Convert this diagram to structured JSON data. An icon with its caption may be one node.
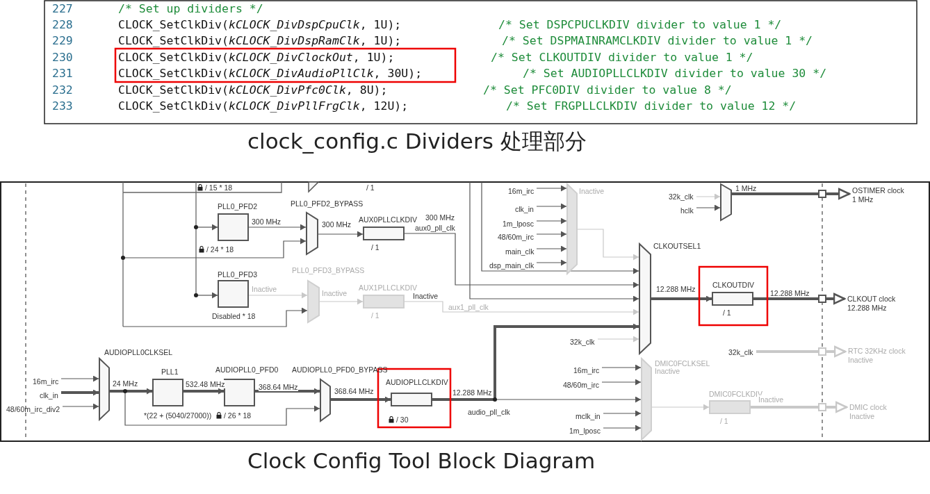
{
  "diagram": {
    "caption": "Clock Config Tool Block Diagram",
    "nodes": [
      {
        "text": [
          "PLL0_PFD2"
        ],
        "beside": [
          "/ 24 * 18"
        ]
      },
      {
        "text": [
          "PLL0_PFD2_BYPASS"
        ]
      },
      {
        "text": [
          "AUX0PLLCLKDIV"
        ],
        "beside": [
          "/ 1"
        ]
      },
      {
        "text": [
          "PLL0_PFD3"
        ],
        "beside": [
          "Disabled * 18"
        ]
      },
      {
        "text": [
          "PLL0_PFD3_BYPASS"
        ]
      },
      {
        "text": [
          "AUX1PLLCLKDIV"
        ],
        "beside": [
          "/ 1"
        ]
      },
      {
        "text": [
          "Inactive"
        ]
      },
      {
        "text": [],
        "shape": "trapezoid"
      },
      {
        "text": [
          "CLKOUTSEL1"
        ]
      },
      {
        "text": [
          "CLKOUTDIV"
        ],
        "beside": [
          "/ 1"
        ]
      },
      {
        "text": [
          "CLKOUT clock",
          "12.288 MHz"
        ]
      },
      {
        "text": [
          "OSTIMER clock",
          "1 MHz"
        ]
      },
      {
        "text": [
          "RTC 32KHz clock",
          "Inactive"
        ]
      },
      {
        "text": [
          "DMIC clock",
          "Inactive"
        ]
      },
      {
        "text": [
          "DMIC0FCLKSEL",
          "Inactive"
        ]
      },
      {
        "text": [
          "DMIC0FCLKDIV"
        ],
        "beside": [
          "/ 1"
        ]
      },
      {
        "text": [
          "AUDIOPLL0CLKSEL"
        ]
      },
      {
        "text": [
          "PLL1"
        ],
        "beside": [
          "*(22 + (5040/27000))"
        ]
      },
      {
        "text": [
          "AUDIOPLL0_PFD0"
        ],
        "beside": [
          "/ 26 * 18"
        ]
      },
      {
        "text": [
          "AUDIOPLL0_PFD0_BYPASS"
        ]
      },
      {
        "text": [
          "AUDIOPLLCLKDIV"
        ],
        "beside": [
          "/ 30"
        ]
      },
      {
        "text": [
          "16m_irc"
        ]
      },
      {
        "text": [
          "clk_in"
        ]
      },
      {
        "text": [
          "48/60m_irc_div2"
        ]
      },
      {
        "text": [
          "16m_irc"
        ]
      },
      {
        "text": [
          "clk_in"
        ]
      },
      {
        "text": [
          "1m_lposc"
        ]
      },
      {
        "text": [
          "48/60m_irc"
        ]
      },
      {
        "text": [
          "main_clk"
        ]
      },
      {
        "text": [
          "dsp_main_clk"
        ]
      },
      {
        "text": [
          "32k_clk"
        ]
      },
      {
        "text": [
          "hclk"
        ]
      },
      {
        "text": [
          "32k_clk"
        ]
      },
      {
        "text": [
          "32k_clk"
        ]
      },
      {
        "text": [
          "16m_irc"
        ]
      },
      {
        "text": [
          "48/60m_irc"
        ]
      },
      {
        "text": [
          "mclk_in"
        ]
      },
      {
        "text": [
          "1m_lposc"
        ]
      }
    ],
    "edges": [
      {
        "from": null,
        "to": 0,
        "arrow": "to"
      },
      {
        "from": null,
        "to": 1,
        "arrow": "to"
      },
      {
        "from": 0,
        "to": 1,
        "arrow": "to",
        "label": "300 MHz"
      },
      {
        "from": 1,
        "to": 2,
        "arrow": "to",
        "label": "300 MHz"
      },
      {
        "from": 2,
        "to": 8,
        "arrow": "to",
        "label": "aux0_pll_clk"
      },
      {
        "from": null,
        "to": 3,
        "arrow": "to"
      },
      {
        "from": 3,
        "to": 4,
        "arrow": "to",
        "label": "Inactive",
        "color": "#c8c8c8"
      },
      {
        "from": null,
        "to": 4,
        "arrow": "to"
      },
      {
        "from": 4,
        "to": 5,
        "arrow": "to",
        "label": "Inactive",
        "color": "#c8c8c8"
      },
      {
        "from": 5,
        "to": 8,
        "arrow": "to",
        "label": "aux1_pll_clk",
        "color": "#c8c8c8"
      },
      {
        "from": 6,
        "to": 8,
        "arrow": "to",
        "color": "#c8c8c8"
      },
      {
        "from": 7,
        "to": 11,
        "arrow": "to",
        "label": "1 MHz",
        "style": "thick"
      },
      {
        "from": 8,
        "to": 9,
        "arrow": "to",
        "label": "12.288 MHz",
        "style": "thick"
      },
      {
        "from": 9,
        "to": 10,
        "arrow": "to",
        "label": "12.288 MHz",
        "style": "thick"
      },
      {
        "from": 16,
        "to": 17,
        "arrow": "to",
        "label": "24 MHz",
        "style": "thick"
      },
      {
        "from": 17,
        "to": 18,
        "arrow": "to",
        "label": "532.48 MHz",
        "style": "thick"
      },
      {
        "from": 18,
        "to": 19,
        "arrow": "to",
        "label": "368.64 MHz",
        "style": "thick"
      },
      {
        "from": 16,
        "to": 19,
        "arrow": "to"
      },
      {
        "from": 19,
        "to": 20,
        "arrow": "to",
        "label": "368.64 MHz",
        "style": "thick"
      },
      {
        "from": 20,
        "to": 8,
        "arrow": "to",
        "label": "audio_pll_clk",
        "style": "thick"
      },
      {
        "from": 20,
        "to": 14,
        "arrow": "to"
      },
      {
        "from": 14,
        "to": 15,
        "arrow": "to",
        "color": "#c8c8c8"
      },
      {
        "from": 15,
        "to": 13,
        "arrow": "to",
        "label": "Inactive",
        "style": "thick",
        "color": "#c8c8c8"
      },
      {
        "from": 33,
        "to": 12,
        "arrow": "to",
        "style": "thick",
        "color": "#c8c8c8"
      },
      {
        "from": 21,
        "to": 16,
        "arrow": "to"
      },
      {
        "from": 22,
        "to": 16,
        "arrow": "to",
        "style": "thick"
      },
      {
        "from": 23,
        "to": 16,
        "arrow": "to"
      },
      {
        "from": 24,
        "to": 6,
        "arrow": "to"
      },
      {
        "from": 25,
        "to": 6,
        "arrow": "to"
      },
      {
        "from": 26,
        "to": 6,
        "arrow": "to"
      },
      {
        "from": 27,
        "to": 6,
        "arrow": "to"
      },
      {
        "from": 28,
        "to": 6,
        "arrow": "to"
      },
      {
        "from": 29,
        "to": 6,
        "arrow": "to"
      },
      {
        "from": 30,
        "to": 7,
        "arrow": "to",
        "color": "#c8c8c8"
      },
      {
        "from": 31,
        "to": 7,
        "arrow": "to"
      },
      {
        "from": 32,
        "to": 8,
        "arrow": "to",
        "color": "#c8c8c8"
      },
      {
        "from": 34,
        "to": 14,
        "arrow": "to"
      },
      {
        "from": 35,
        "to": 14,
        "arrow": "to"
      },
      {
        "from": 36,
        "to": 14,
        "arrow": "to"
      },
      {
        "from": 37,
        "to": 14,
        "arrow": "to"
      },
      {
        "from": null,
        "to": 8,
        "arrow": "to"
      },
      {
        "from": null,
        "to": 8,
        "arrow": "to"
      }
    ],
    "labels": [
      "227",
      "/* Set up dividers */",
      "228",
      "CLOCK_SetClkDiv(*kCLOCK_DivDspCpuClk*, 1U);",
      "/* Set DSPCPUCLKDIV divider to value 1 */",
      "229",
      "CLOCK_SetClkDiv(*kCLOCK_DivDspRamClk*, 1U);",
      "/* Set DSPMAINRAMCLKDIV divider to value 1 */",
      "230",
      "CLOCK_SetClkDiv(*kCLOCK_DivClockOut*, 1U);",
      "/* Set CLKOUTDIV divider to value 1 */",
      "231",
      "CLOCK_SetClkDiv(*kCLOCK_DivAudioPllClk*, 30U);",
      "/* Set AUDIOPLLCLKDIV divider to value 30 */",
      "232",
      "CLOCK_SetClkDiv(*kCLOCK_DivPfc0Clk*, 8U);",
      "/* Set PFC0DIV divider to value 8 */",
      "233",
      "CLOCK_SetClkDiv(*kCLOCK_DivPllFrgClk*, 12U);",
      "/* Set FRGPLLCLKDIV divider to value 12 */",
      "clock_config.c Dividers 处理部分",
      "/ 15 * 18",
      "/ 1",
      "300 MHz",
      "Inactive",
      "12.288 MHz"
    ]
  }
}
